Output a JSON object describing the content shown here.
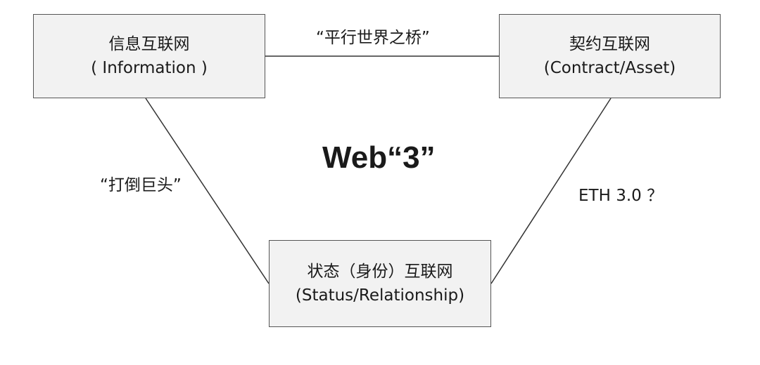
{
  "nodes": {
    "information": {
      "title": "信息互联网",
      "subtitle": "( Information )"
    },
    "contract": {
      "title": "契约互联网",
      "subtitle": "(Contract/Asset)"
    },
    "status": {
      "title": "状态（身份）互联网",
      "subtitle": "(Status/Relationship)"
    }
  },
  "edges": {
    "top": "“平行世界之桥”",
    "left": "“打倒巨头”",
    "right": "ETH 3.0 ？"
  },
  "center_title": "Web“3”",
  "colors": {
    "box_fill": "#f2f2f2",
    "box_border": "#555555",
    "line": "#333333",
    "text": "#1a1a1a"
  }
}
